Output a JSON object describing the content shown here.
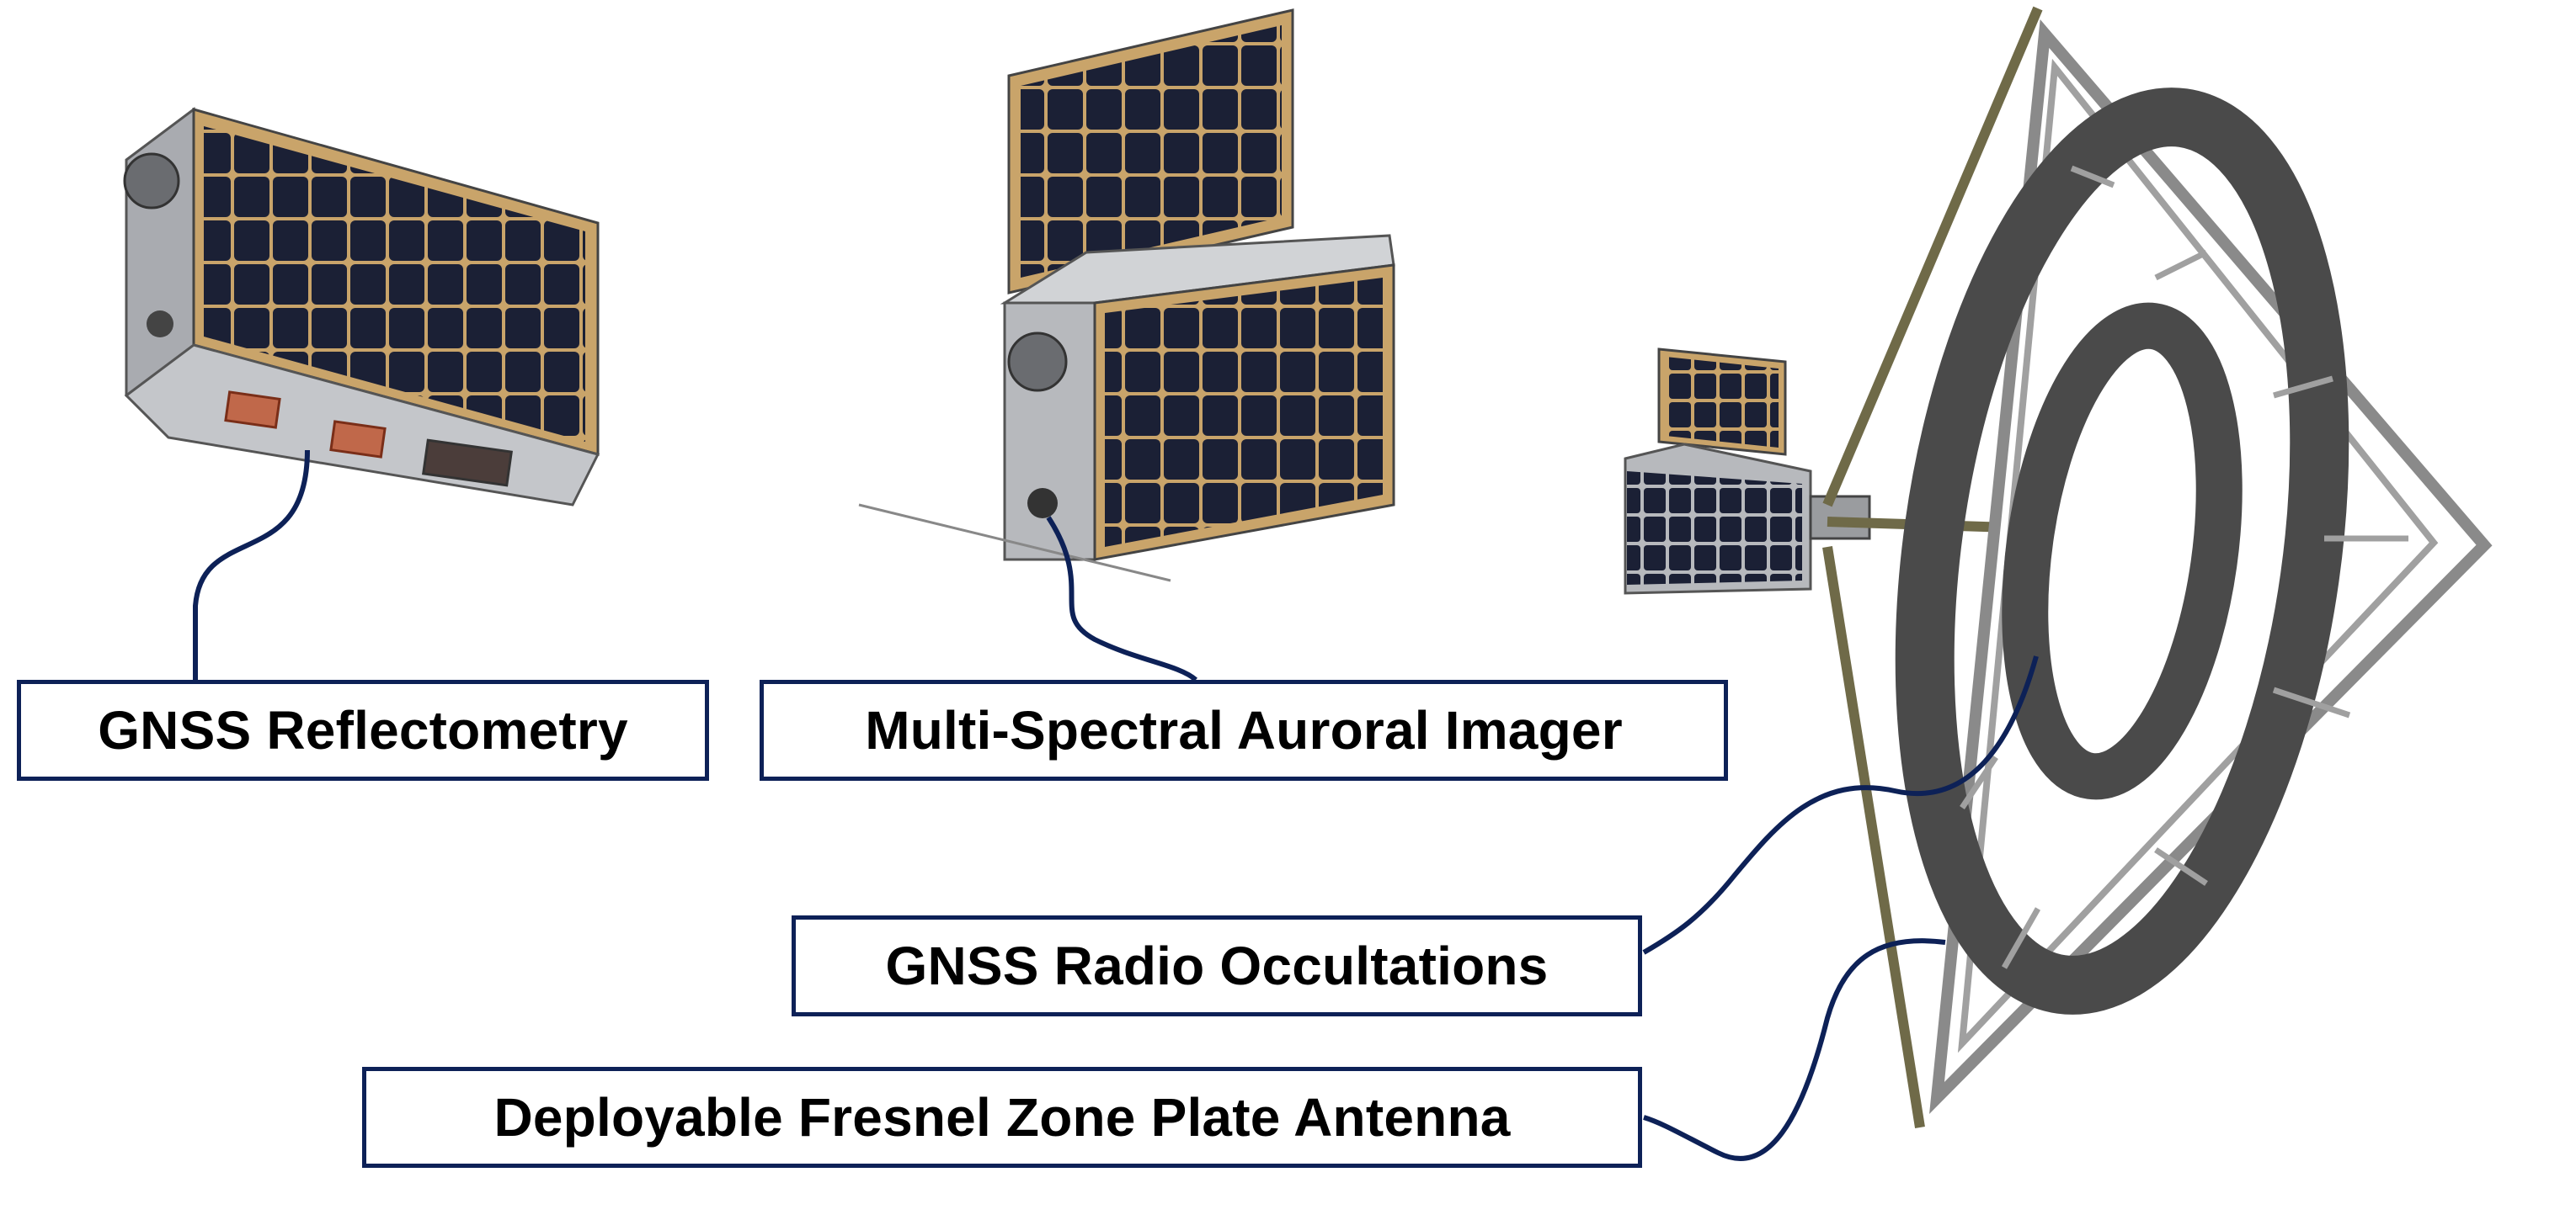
{
  "labels": {
    "gnss_reflectometry": "GNSS Reflectometry",
    "auroral_imager": "Multi-Spectral Auroral Imager",
    "radio_occultations": "GNSS Radio Occultations",
    "fresnel_antenna": "Deployable Fresnel Zone Plate Antenna"
  },
  "colors": {
    "leader_line": "#0d2157",
    "box_border": "#0d2157",
    "solar_cell": "#1b2035",
    "panel_substrate": "#c9a46a",
    "chassis": "#b7b9bd",
    "zone_plate_ring": "#4a4a4a",
    "boom": "#6f6a48"
  },
  "icons": [
    "satellite-gnss-r",
    "satellite-auroral-imager",
    "satellite-fresnel-antenna",
    "fresnel-zone-plate"
  ]
}
